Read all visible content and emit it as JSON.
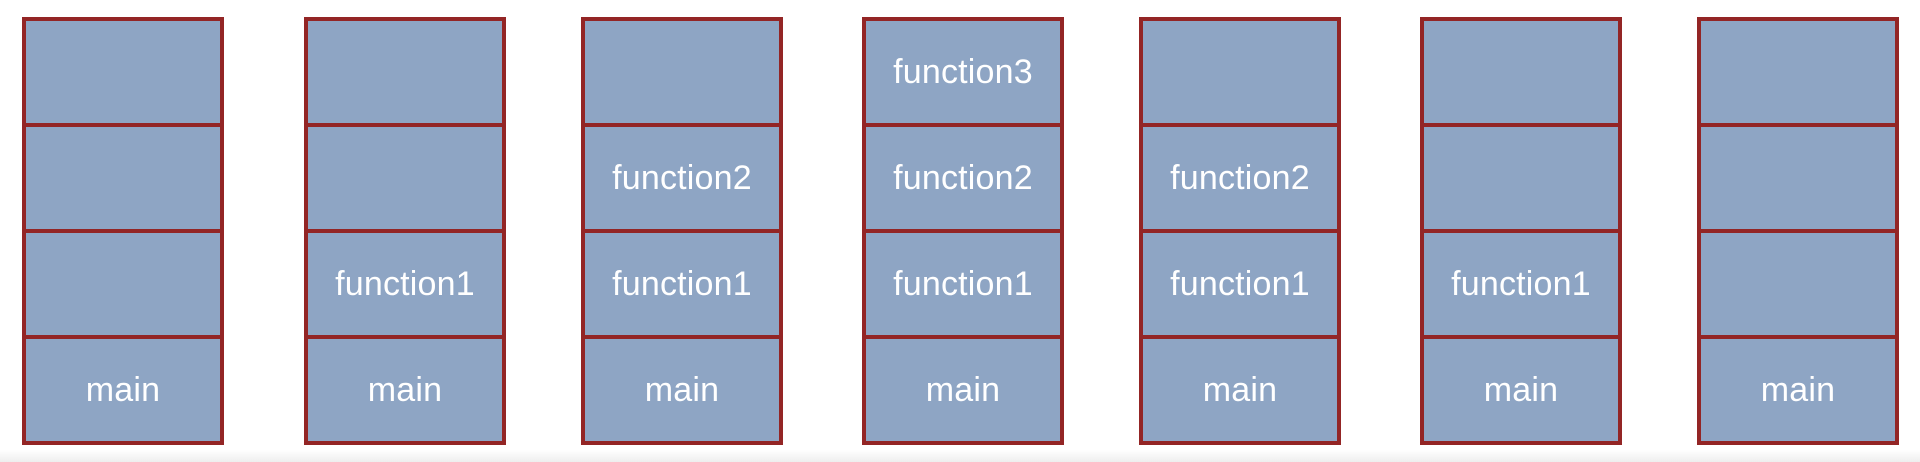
{
  "colors": {
    "frame_fill": "#8ea5c4",
    "frame_border": "#932525",
    "text": "#ffffff",
    "background": "#ffffff"
  },
  "stacks": [
    {
      "frames": [
        "",
        "",
        "",
        "main"
      ]
    },
    {
      "frames": [
        "",
        "",
        "function1",
        "main"
      ]
    },
    {
      "frames": [
        "",
        "function2",
        "function1",
        "main"
      ]
    },
    {
      "frames": [
        "function3",
        "function2",
        "function1",
        "main"
      ]
    },
    {
      "frames": [
        "",
        "function2",
        "function1",
        "main"
      ]
    },
    {
      "frames": [
        "",
        "",
        "function1",
        "main"
      ]
    },
    {
      "frames": [
        "",
        "",
        "",
        "main"
      ]
    }
  ]
}
